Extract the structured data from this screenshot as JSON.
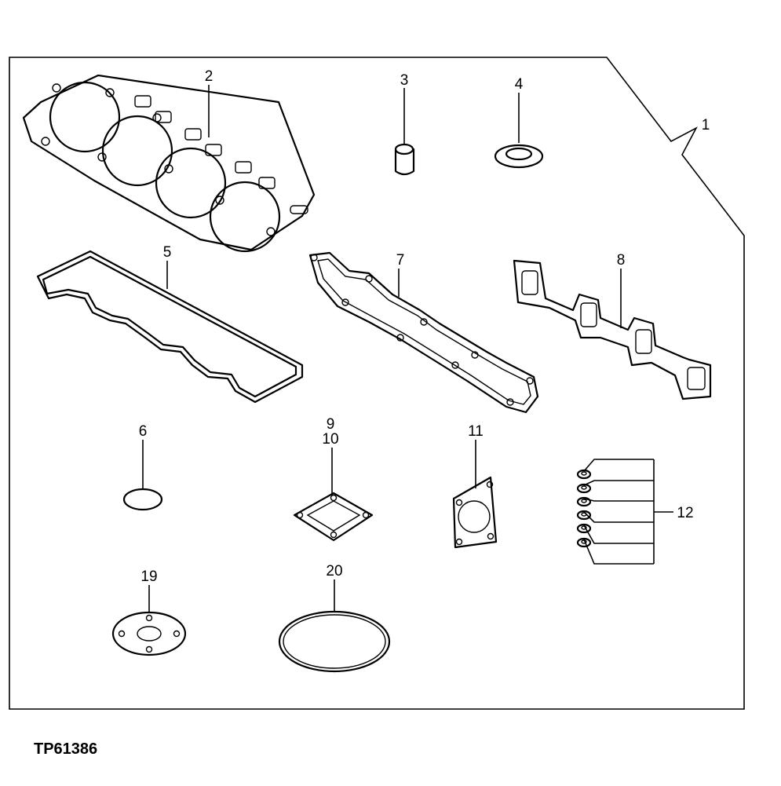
{
  "figure_id": "TP61386",
  "callouts": {
    "c1": "1",
    "c2": "2",
    "c3": "3",
    "c4": "4",
    "c5": "5",
    "c6": "6",
    "c7": "7",
    "c8": "8",
    "c9": "9",
    "c10": "10",
    "c11": "11",
    "c12": "12",
    "c19": "19",
    "c20": "20"
  }
}
